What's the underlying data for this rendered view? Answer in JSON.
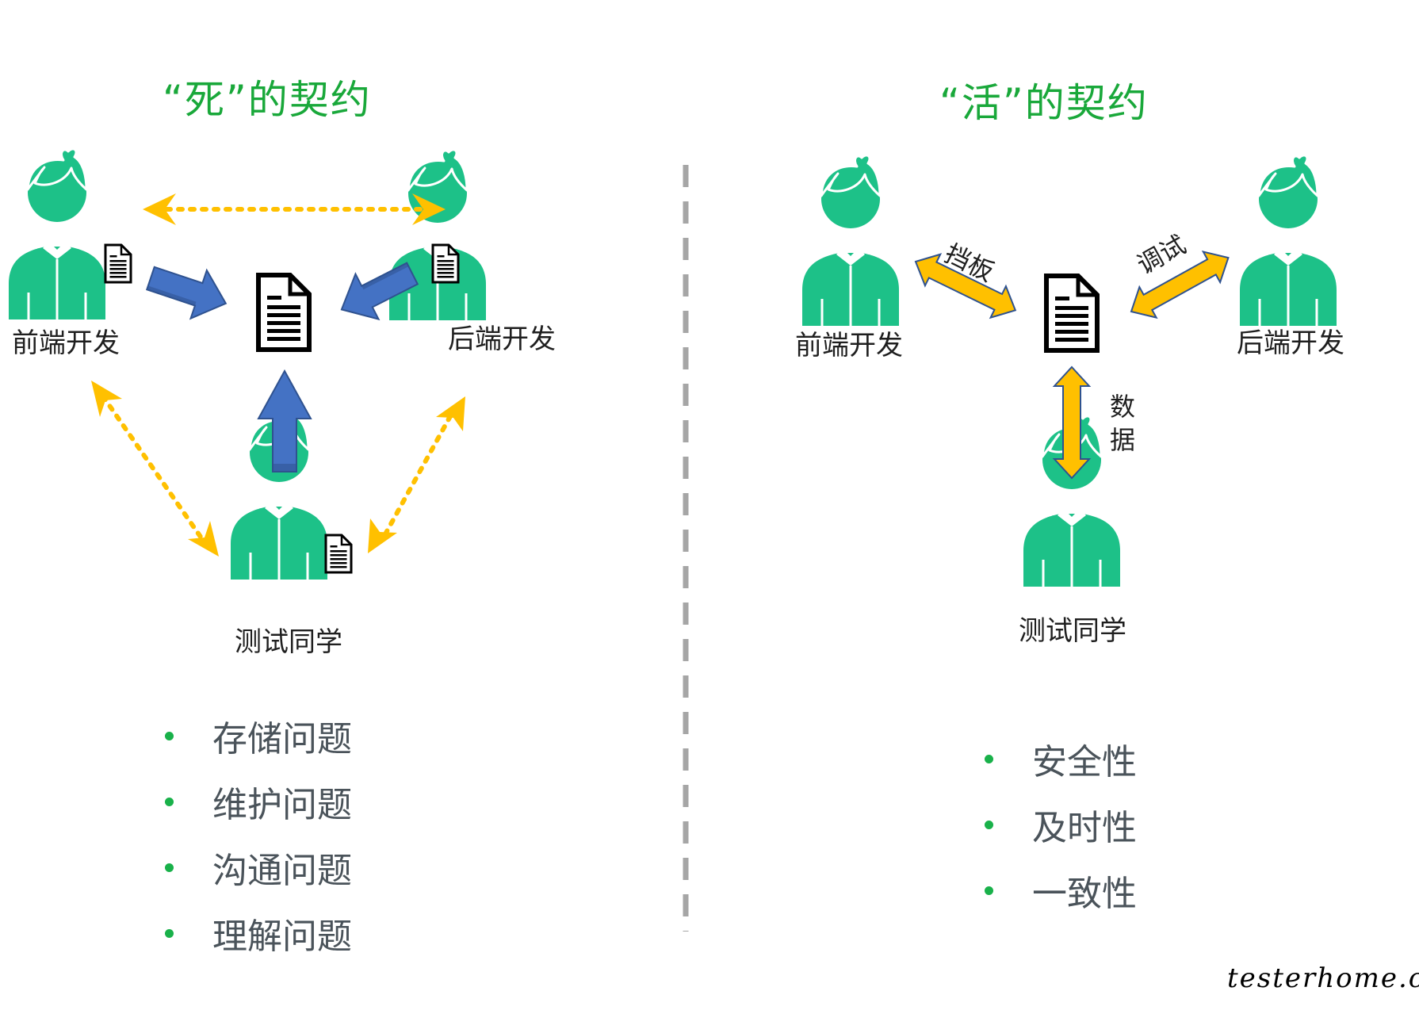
{
  "left": {
    "title": "“死”的契约",
    "people": {
      "frontend": "前端开发",
      "backend": "后端开发",
      "tester": "测试同学"
    },
    "bullets": [
      "存储问题",
      "维护问题",
      "沟通问题",
      "理解问题"
    ]
  },
  "right": {
    "title": "“活”的契约",
    "people": {
      "frontend": "前端开发",
      "backend": "后端开发",
      "tester": "测试同学"
    },
    "arrow_labels": {
      "front": "挡板",
      "back": "调试",
      "test_line1": "数",
      "test_line2": "据"
    },
    "bullets": [
      "安全性",
      "及时性",
      "一致性"
    ]
  },
  "watermark": "testerhome.com",
  "colors": {
    "person": "#1dc188",
    "title": "#19a83a",
    "blue_arrow": "#4472c4",
    "gold": "#ffc000",
    "divider": "#a6a6a6",
    "bullet_dot": "#19b14a",
    "bullet_text": "#4a535a"
  }
}
